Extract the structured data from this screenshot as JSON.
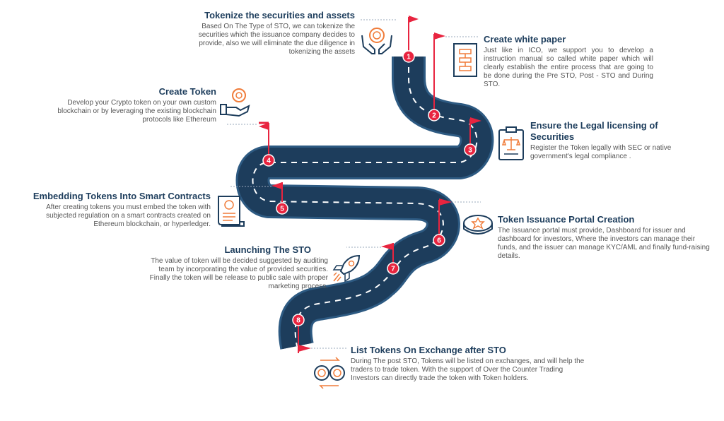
{
  "colors": {
    "road": "#1d3d5c",
    "edge": "#2d5a82",
    "accent": "#e8243f",
    "icon_orange": "#f07c3a",
    "title": "#1d3d5c",
    "text": "#555555"
  },
  "steps": [
    {
      "num": "1",
      "title": "Tokenize the securities and assets",
      "desc": "Based On The Type of STO, we can tokenize the securities which the issuance company decides to provide, also we will eliminate the due diligence in tokenizing the assets",
      "icon": "hands-token-icon"
    },
    {
      "num": "2",
      "title": "Create white paper",
      "desc": "Just like in ICO, we support you to develop a instruction manual so called white paper which will clearly establish the entire process that are going to be done during the Pre STO, Post - STO and During STO.",
      "icon": "whitepaper-document-icon"
    },
    {
      "num": "3",
      "title": "Ensure the Legal licensing of Securities",
      "desc": "Register the Token legally with SEC or native government's legal compliance .",
      "icon": "clipboard-scales-icon"
    },
    {
      "num": "4",
      "title": "Create Token",
      "desc": "Develop your Crypto token on your own custom blockchain or by leveraging the existing blockchain protocols like Ethereum",
      "icon": "hand-coin-icon"
    },
    {
      "num": "5",
      "title": "Embedding Tokens Into Smart Contracts",
      "desc": "After creating tokens you must embed the token with subjected regulation on a smart contracts created on Ethereum blockchain, or hyperledger.",
      "icon": "scroll-contract-icon"
    },
    {
      "num": "6",
      "title": "Token Issuance Portal Creation",
      "desc": "The Issuance portal must provide, Dashboard for issuer and dashboard for investors, Where the investors can manage their funds, and the issuer can manage KYC/AML and finally fund-raising details.",
      "icon": "coin-stack-icon"
    },
    {
      "num": "7",
      "title": "Launching The STO",
      "desc": "The value of token will be decided suggested by auditing team by incorporating the value of provided securities. Finally the token will be release to public sale with proper marketing process.",
      "icon": "rocket-icon"
    },
    {
      "num": "8",
      "title": "List Tokens On Exchange after STO",
      "desc": "During The post STO, Tokens will be listed on exchanges, and will help the traders to trade token. With the support of Over the Counter Trading Investors can directly trade the token with Token holders.",
      "icon": "coin-exchange-icon"
    }
  ]
}
